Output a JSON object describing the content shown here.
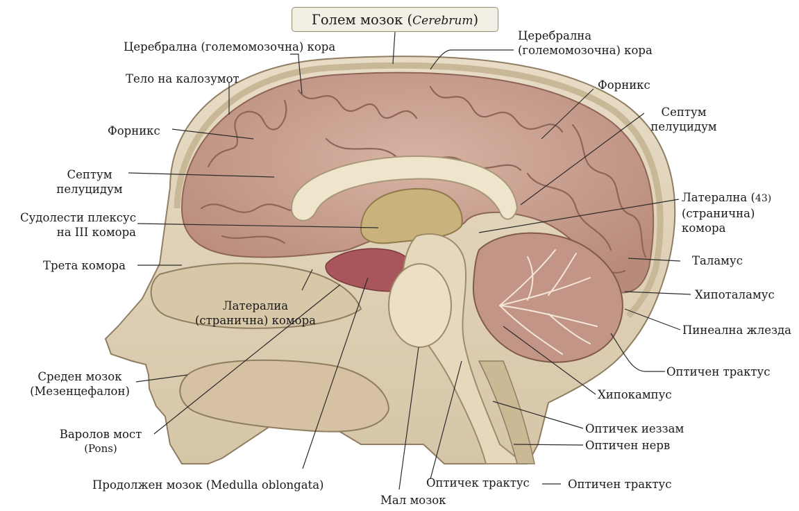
{
  "title": {
    "main": "Голем мозок",
    "latin": "Cerebrum"
  },
  "labels": {
    "cortex_left": "Церебрална (големомозочна) кора",
    "cortex_right_1": "Церебрална",
    "cortex_right_2": "(големомозочна) кора",
    "callosum_body": "Тело на калозумот",
    "fornix_left": "Форникс",
    "fornix_right": "Форникс",
    "septum_left_1": "Септум",
    "septum_left_2": "пелуцидум",
    "septum_right_1": "Септум",
    "septum_right_2": "пелуцидум",
    "choroid_1": "Судолести плексус",
    "choroid_2": "на III комора",
    "third_ventricle": "Трета комора",
    "lateral_left_1": "Латералиа",
    "lateral_left_2": "(странична) комора",
    "lateral_right_1": "Латерална (",
    "lateral_right_num": "43)",
    "lateral_right_2": "(странична)",
    "lateral_right_3": "комора",
    "thalamus": "Таламус",
    "hypothalamus": "Хипоталамус",
    "pineal": "Пинеална жлезда",
    "optic_tract_right": "Оптичен трактус",
    "hippocampus": "Хипокампус",
    "optic_chiasm": "Оптичек иеззам",
    "optic_nerve": "Оптичен нерв",
    "optic_tract_bottom_a": "Оптичек трактус",
    "optic_tract_bottom_dash": "—",
    "optic_tract_bottom_b": "Оптичен трактус",
    "midbrain_1": "Среден мозок",
    "midbrain_2": "(Мезенцефалон)",
    "pons_1": "Варолов мост",
    "pons_2": "(Pons)",
    "medulla": "Продолжен мозок (Medulla oblongata)",
    "cerebellum": "Мал мозок"
  },
  "colors": {
    "cortex": "#c9a191",
    "cortex_dark": "#8e6556",
    "bone": "#dccfb6",
    "bone_dark": "#b9a888",
    "cerebellum": "#c09080",
    "stem": "#e2d5bc",
    "choroid": "#a8565c",
    "leader": "#2b2b2b"
  }
}
